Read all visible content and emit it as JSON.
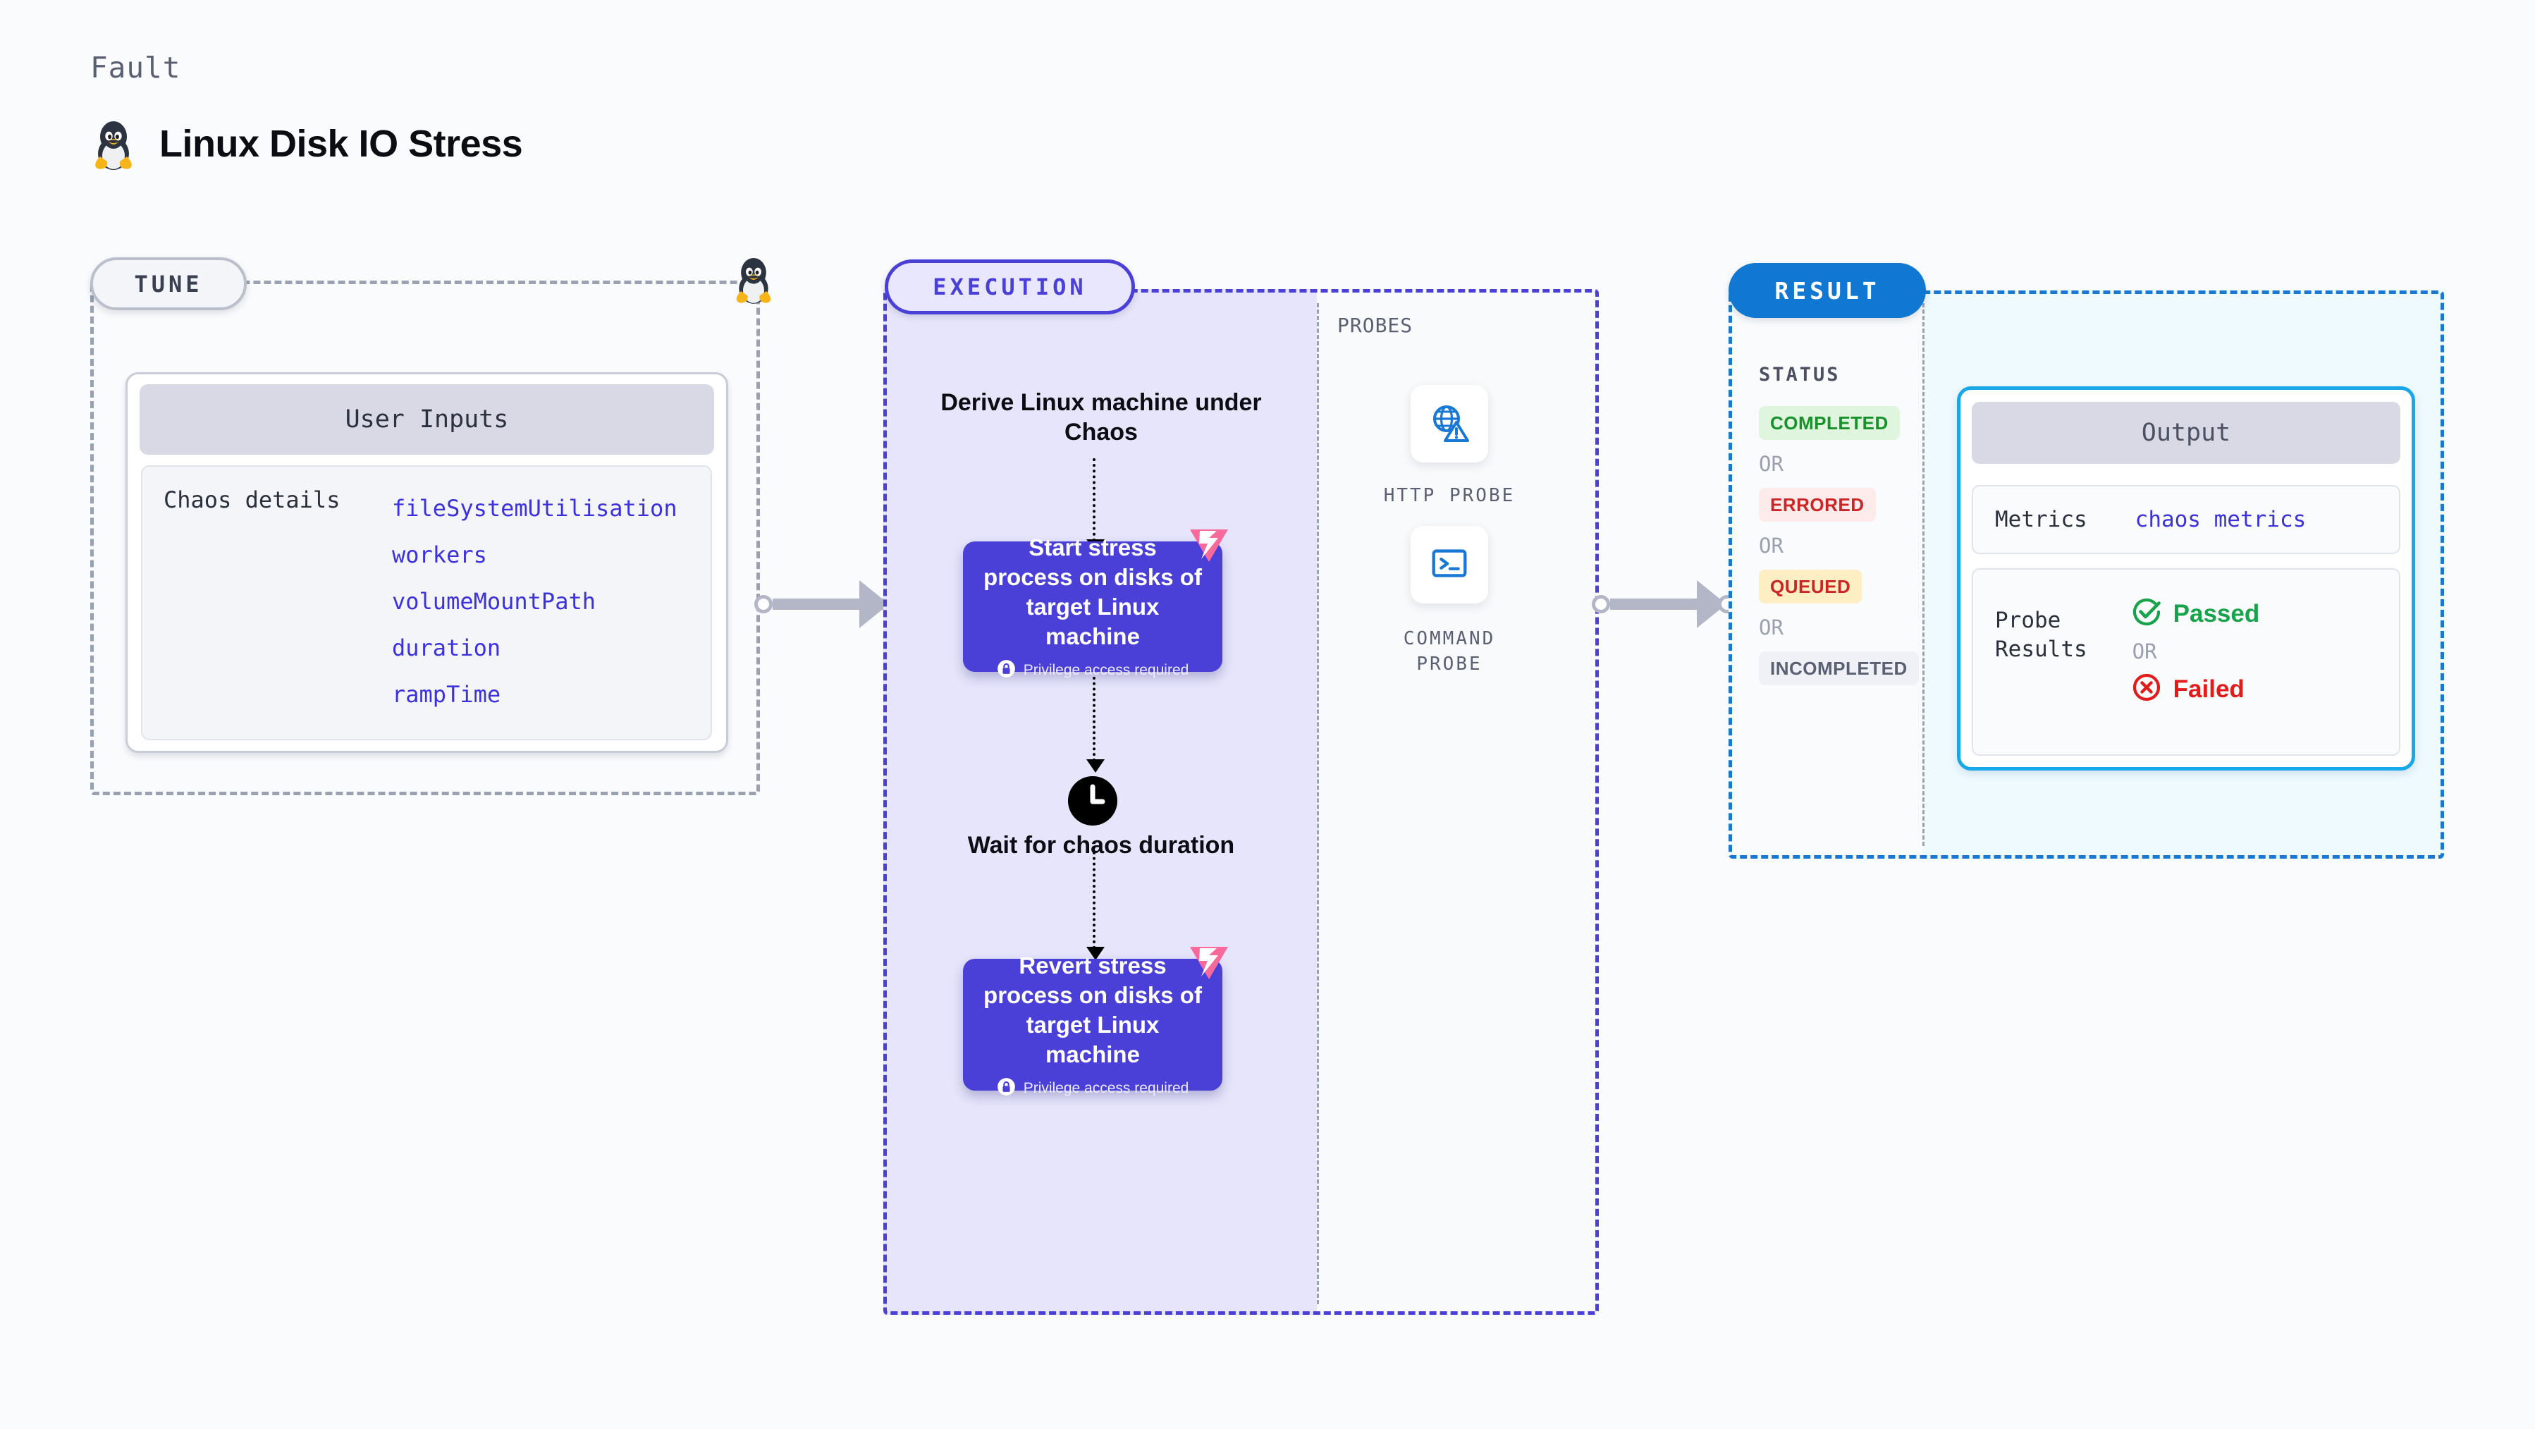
{
  "header": {
    "kicker": "Fault",
    "title": "Linux Disk IO Stress",
    "icon": "linux-penguin-icon"
  },
  "stages": {
    "tune": {
      "pill_label": "TUNE",
      "card_header": "User Inputs",
      "params_key": "Chaos details",
      "params": [
        "fileSystemUtilisation",
        "workers",
        "volumeMountPath",
        "duration",
        "rampTime"
      ]
    },
    "execution": {
      "pill_label": "EXECUTION",
      "steps": {
        "derive": "Derive Linux machine under Chaos",
        "start_node": {
          "title": "Start stress process on disks of target Linux machine",
          "privilege_note": "Privilege access required",
          "badge_icon": "litmus-logo-icon",
          "lock_icon": "lock-icon"
        },
        "wait": "Wait for chaos duration",
        "wait_icon": "clock-icon",
        "revert_node": {
          "title": "Revert stress process on disks of target Linux machine",
          "privilege_note": "Privilege access required",
          "badge_icon": "litmus-logo-icon",
          "lock_icon": "lock-icon"
        }
      }
    },
    "probes": {
      "label": "PROBES",
      "items": [
        {
          "label": "HTTP PROBE",
          "icon": "globe-warning-icon"
        },
        {
          "label": "COMMAND PROBE",
          "icon": "terminal-icon"
        }
      ]
    },
    "result": {
      "pill_label": "RESULT",
      "status_label": "STATUS",
      "or_label": "OR",
      "statuses": [
        {
          "label": "COMPLETED",
          "bg": "#dff5dd",
          "fg": "#17912a"
        },
        {
          "label": "ERRORED",
          "bg": "#fdeaea",
          "fg": "#cc2525"
        },
        {
          "label": "QUEUED",
          "bg": "#fdeec4",
          "fg": "#cc2525"
        },
        {
          "label": "INCOMPLETED",
          "bg": "#f0f1f6",
          "fg": "#5a6072"
        }
      ],
      "output": {
        "header": "Output",
        "metrics_key": "Metrics",
        "metrics_value": "chaos metrics",
        "probe_results_key": "Probe\nResults",
        "or_label": "OR",
        "passed": {
          "label": "Passed",
          "icon": "check-circle-icon",
          "color": "#16a34a"
        },
        "failed": {
          "label": "Failed",
          "icon": "x-circle-icon",
          "color": "#e21b1b"
        }
      }
    }
  },
  "colors": {
    "accent_purple": "#4a40d8",
    "accent_blue": "#1078d2",
    "accent_cyan": "#18a8e8",
    "litmus_pink": "#f8699c",
    "param_blue": "#3b31dd"
  }
}
